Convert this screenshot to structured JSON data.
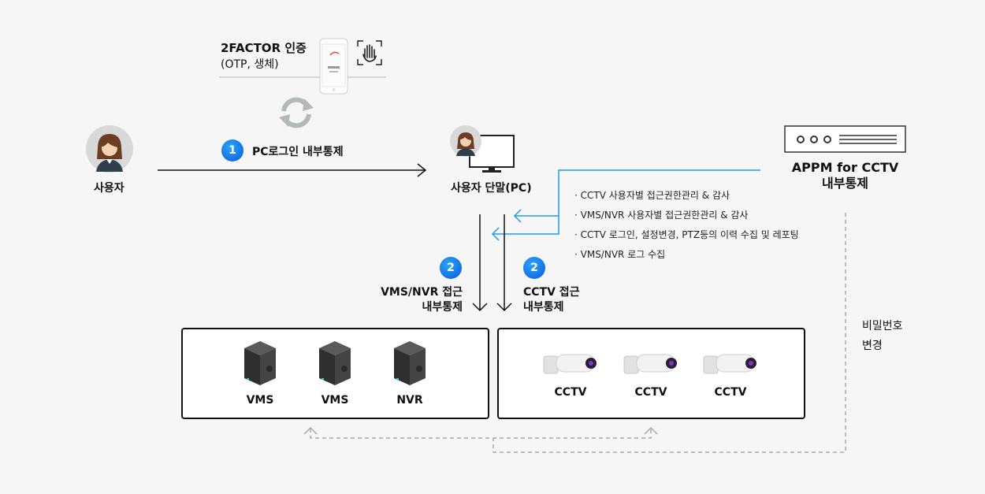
{
  "twofactor": {
    "title": "2FACTOR 인증",
    "subtitle": "(OTP, 생체)"
  },
  "step1": {
    "number": "1",
    "label": "PC로그인 내부통제"
  },
  "user": {
    "label": "사용자"
  },
  "pc": {
    "label": "사용자 단말(PC)"
  },
  "appm": {
    "line1": "APPM for CCTV",
    "line2": "내부통제"
  },
  "features": [
    "· CCTV 사용자별 접근권한관리 & 감사",
    "· VMS/NVR 사용자별 접근권한관리 & 감사",
    "· CCTV 로그인, 설정변경, PTZ등의 이력 수집 및 레포팅",
    "· VMS/NVR 로그 수집"
  ],
  "step2a": {
    "number": "2",
    "line1": "VMS/NVR 접근",
    "line2": "내부통제"
  },
  "step2b": {
    "number": "2",
    "line1": "CCTV 접근",
    "line2": "내부통제"
  },
  "servers": [
    "VMS",
    "VMS",
    "NVR"
  ],
  "cameras": [
    "CCTV",
    "CCTV",
    "CCTV"
  ],
  "password": {
    "line1": "비밀번호",
    "line2": "변경"
  },
  "colors": {
    "accent_blue": "#1e9be8",
    "dashed_gray": "#aaaaaa",
    "badge_blue": "#0a6fe0"
  }
}
